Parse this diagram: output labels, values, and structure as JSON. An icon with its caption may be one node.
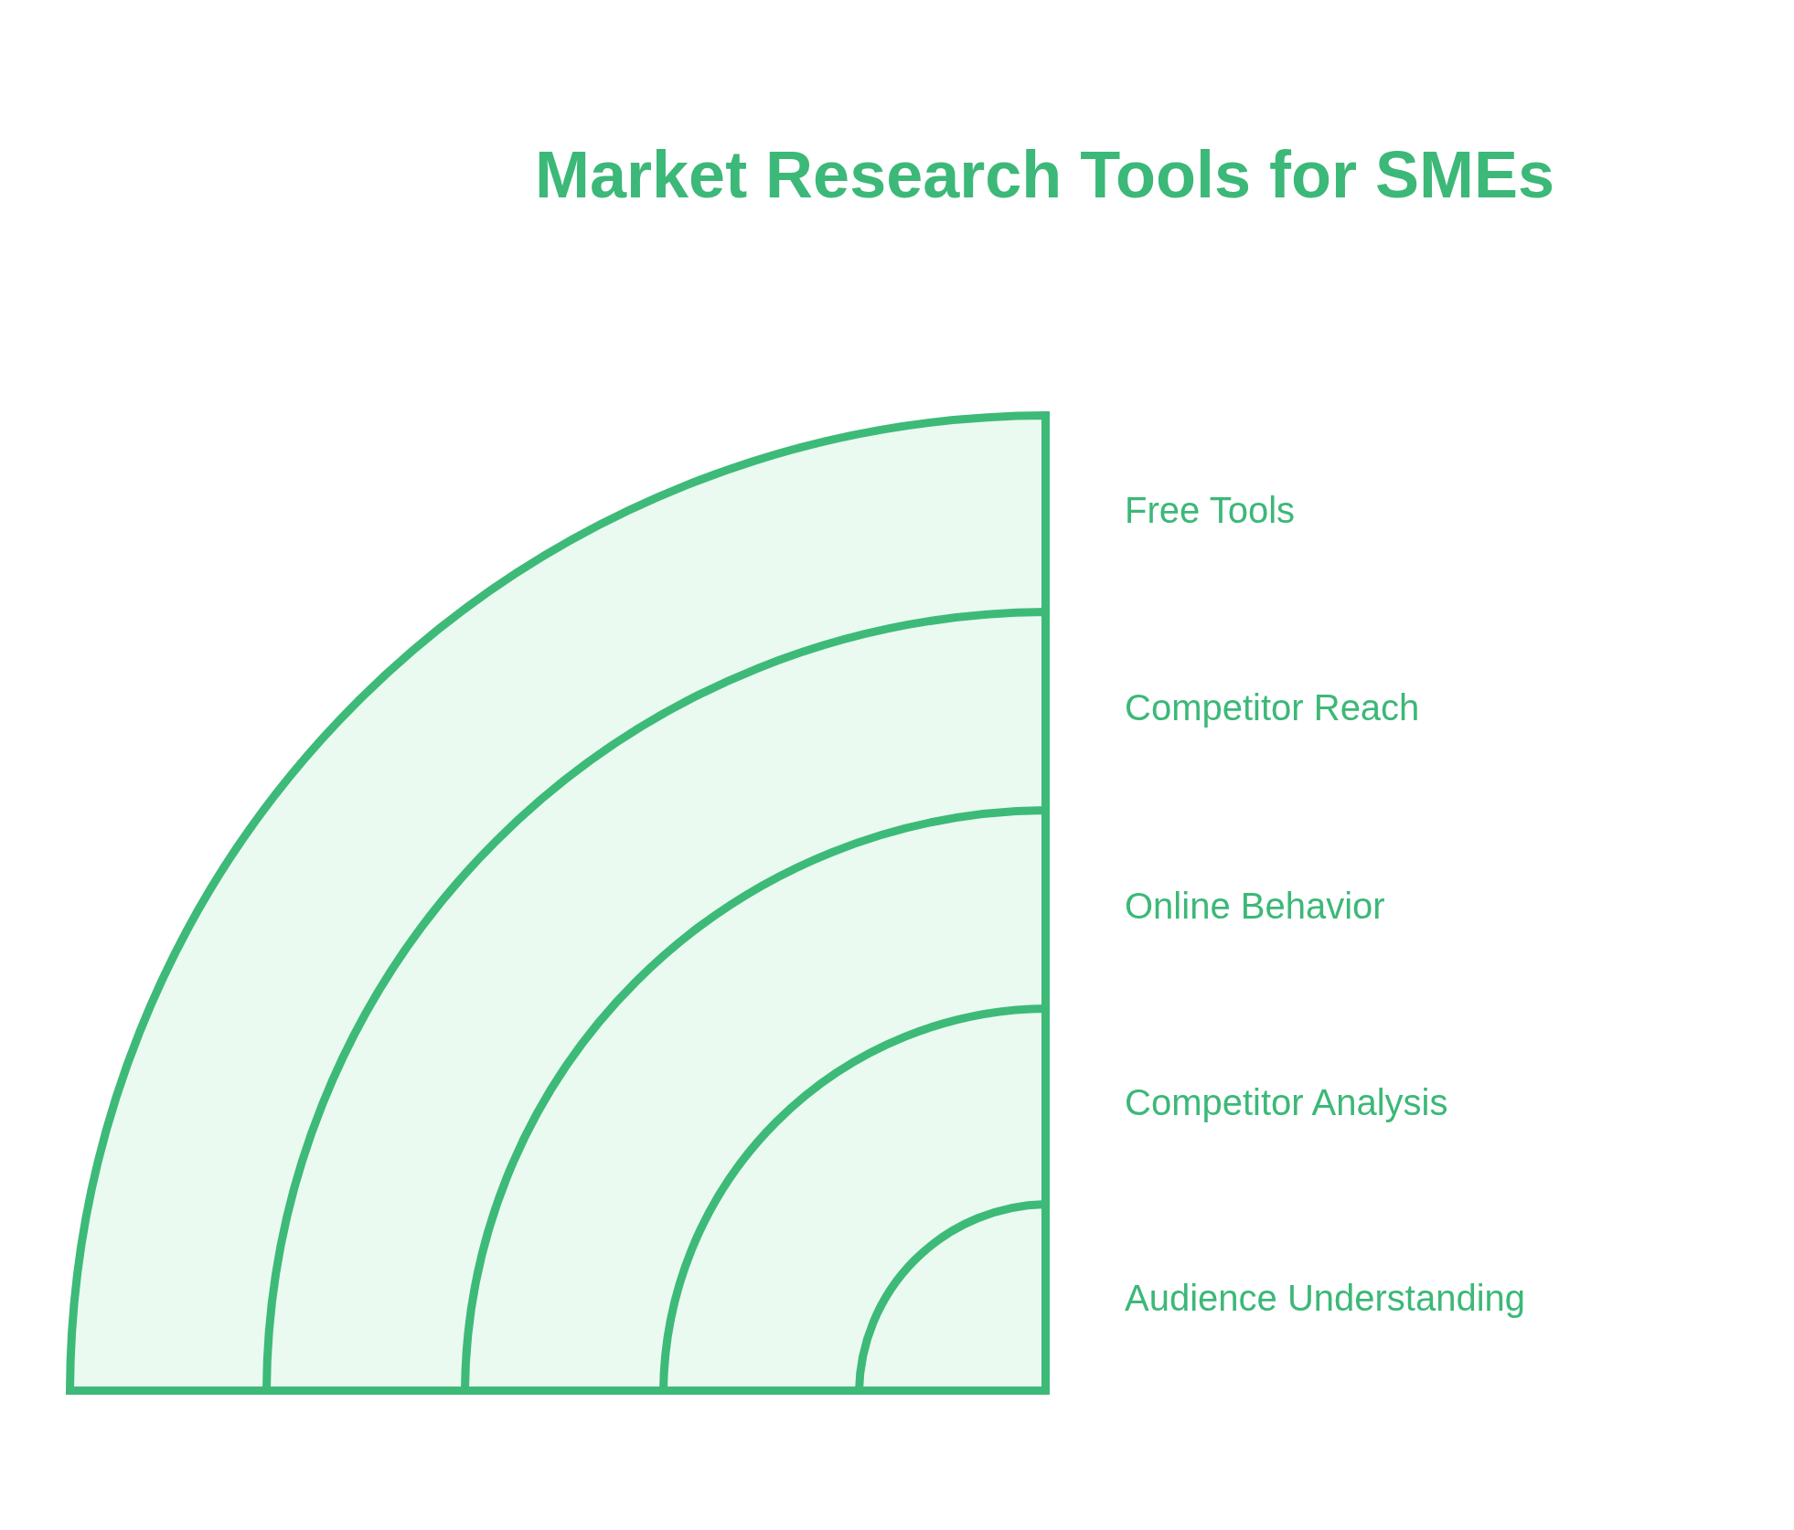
{
  "diagram": {
    "title": "Market Research Tools for SMEs",
    "nodes": [
      {
        "text": [
          "Free Tools"
        ]
      },
      {
        "text": [
          "Competitor Reach"
        ],
        "in": 0
      },
      {
        "text": [
          "Online Behavior"
        ],
        "in": 1
      },
      {
        "text": [
          "Competitor Analysis"
        ],
        "in": 2
      },
      {
        "text": [
          "Audience Understanding"
        ],
        "in": 3
      }
    ]
  }
}
